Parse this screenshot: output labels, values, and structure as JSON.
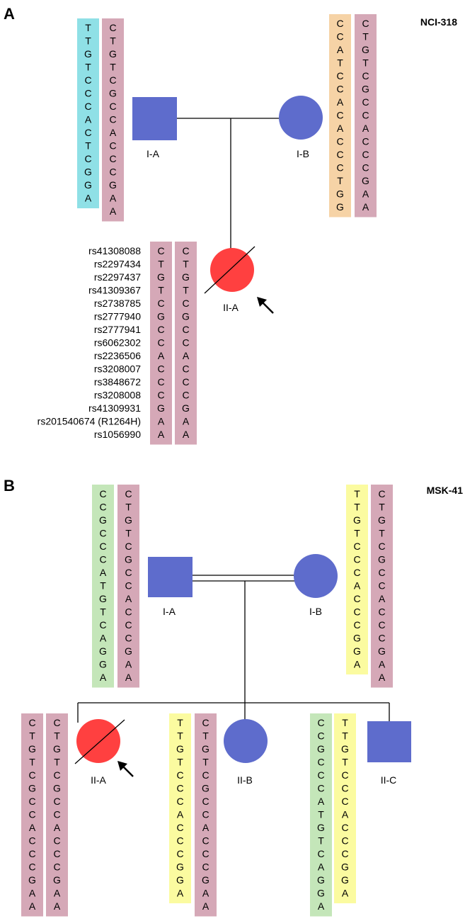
{
  "colors": {
    "cyan": "#8fe0e6",
    "pink": "#d5a8b7",
    "orange": "#f6d3a6",
    "green": "#c4e6b9",
    "yellow": "#fbfba0",
    "symbol_blue": "#5e6ccc",
    "affected_red": "#ff4040",
    "line": "#000000"
  },
  "panel_a": {
    "letter": "A",
    "family_id": "NCI-318",
    "labels": {
      "father": "I-A",
      "mother": "I-B",
      "proband": "II-A"
    },
    "snp_ids": [
      "rs41308088",
      "rs2297434",
      "rs2297437",
      "rs41309367",
      "rs2738785",
      "rs2777940",
      "rs2777941",
      "rs6062302",
      "rs2236506",
      "rs3208007",
      "rs3848672",
      "rs3208008",
      "rs41309931",
      "rs201540674 (R1264H)",
      "rs1056990"
    ],
    "haplotypes": {
      "father": [
        {
          "color": "cyan",
          "seq": "TTGTCCCACTCGGA"
        },
        {
          "color": "pink",
          "seq": "CTGTCGCCACCCGAA"
        }
      ],
      "mother": [
        {
          "color": "orange",
          "seq": "CCATCCACACCCTGG"
        },
        {
          "color": "pink",
          "seq": "CTGTCGCCACCCGAA"
        }
      ],
      "proband": [
        {
          "color": "pink",
          "seq": "CTGTCGCCACCCGAA"
        },
        {
          "color": "pink",
          "seq": "CTGTCGCCACCCGAA"
        }
      ]
    }
  },
  "panel_b": {
    "letter": "B",
    "family_id": "MSK-41",
    "labels": {
      "father": "I-A",
      "mother": "I-B",
      "child_a": "II-A",
      "child_b": "II-B",
      "child_c": "II-C"
    },
    "haplotypes": {
      "father": [
        {
          "color": "green",
          "seq": "CCGCCCATGTCAGGA"
        },
        {
          "color": "pink",
          "seq": "CTGTCGCCACCCGAA"
        }
      ],
      "mother": [
        {
          "color": "yellow",
          "seq": "TTGTCCCACCCGGA"
        },
        {
          "color": "pink",
          "seq": "CTGTCGCCACCCGAA"
        }
      ],
      "child_a": [
        {
          "color": "pink",
          "seq": "CTGTCGCCACCCGAA"
        },
        {
          "color": "pink",
          "seq": "CTGTCGCCACCCGAA"
        }
      ],
      "child_b": [
        {
          "color": "yellow",
          "seq": "TTGTCCCACCCGGA"
        },
        {
          "color": "pink",
          "seq": "CTGTCGCCACCCGAA"
        }
      ],
      "child_c": [
        {
          "color": "green",
          "seq": "CCGCCCATGTCAGGA"
        },
        {
          "color": "yellow",
          "seq": "TTGTCCCACCCGGA"
        }
      ]
    }
  }
}
